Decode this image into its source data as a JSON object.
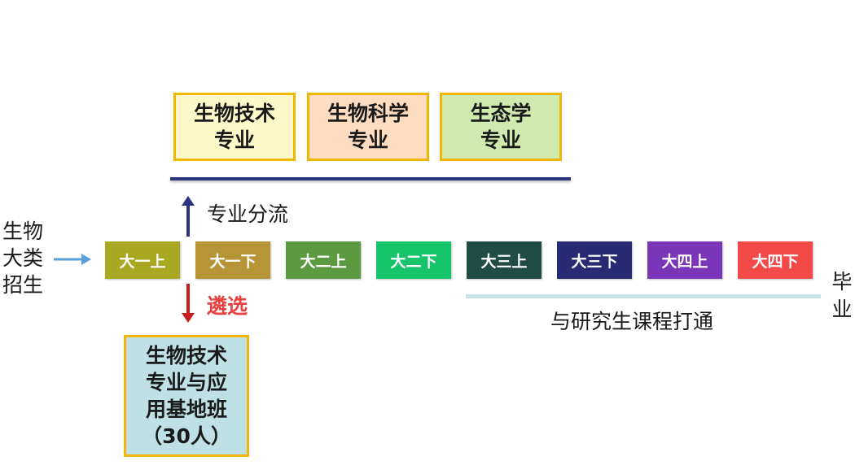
{
  "majors": [
    {
      "label": "生物技术\n专业",
      "bg": "#fdf9c9"
    },
    {
      "label": "生物科学\n专业",
      "bg": "#fddcc0"
    },
    {
      "label": "生态学\n专业",
      "bg": "#cfe9af"
    }
  ],
  "enroll_label": "生物\n大类\n招生",
  "semesters": [
    {
      "label": "大一上",
      "color": "#a8a822"
    },
    {
      "label": "大一下",
      "color": "#b79536"
    },
    {
      "label": "大二上",
      "color": "#5c9a42"
    },
    {
      "label": "大二下",
      "color": "#18c46a"
    },
    {
      "label": "大三上",
      "color": "#1f4d46"
    },
    {
      "label": "大三下",
      "color": "#282a73"
    },
    {
      "label": "大四上",
      "color": "#7b35b8"
    },
    {
      "label": "大四下",
      "color": "#f24a48"
    }
  ],
  "diverge_label": "专业分流",
  "select_label": "遴选",
  "base_class_label": "生物技术\n专业与应\n用基地班\n（30人）",
  "graduate_link_label": "与研究生课程打通",
  "graduate_label": "毕\n业",
  "colors": {
    "border_accent": "#f2b705",
    "underline": "#2b3380",
    "up_arrow": "#2b3380",
    "down_arrow": "#c81e1e",
    "enroll_arrow": "#5aa0d8",
    "select_text": "#e8413f"
  }
}
